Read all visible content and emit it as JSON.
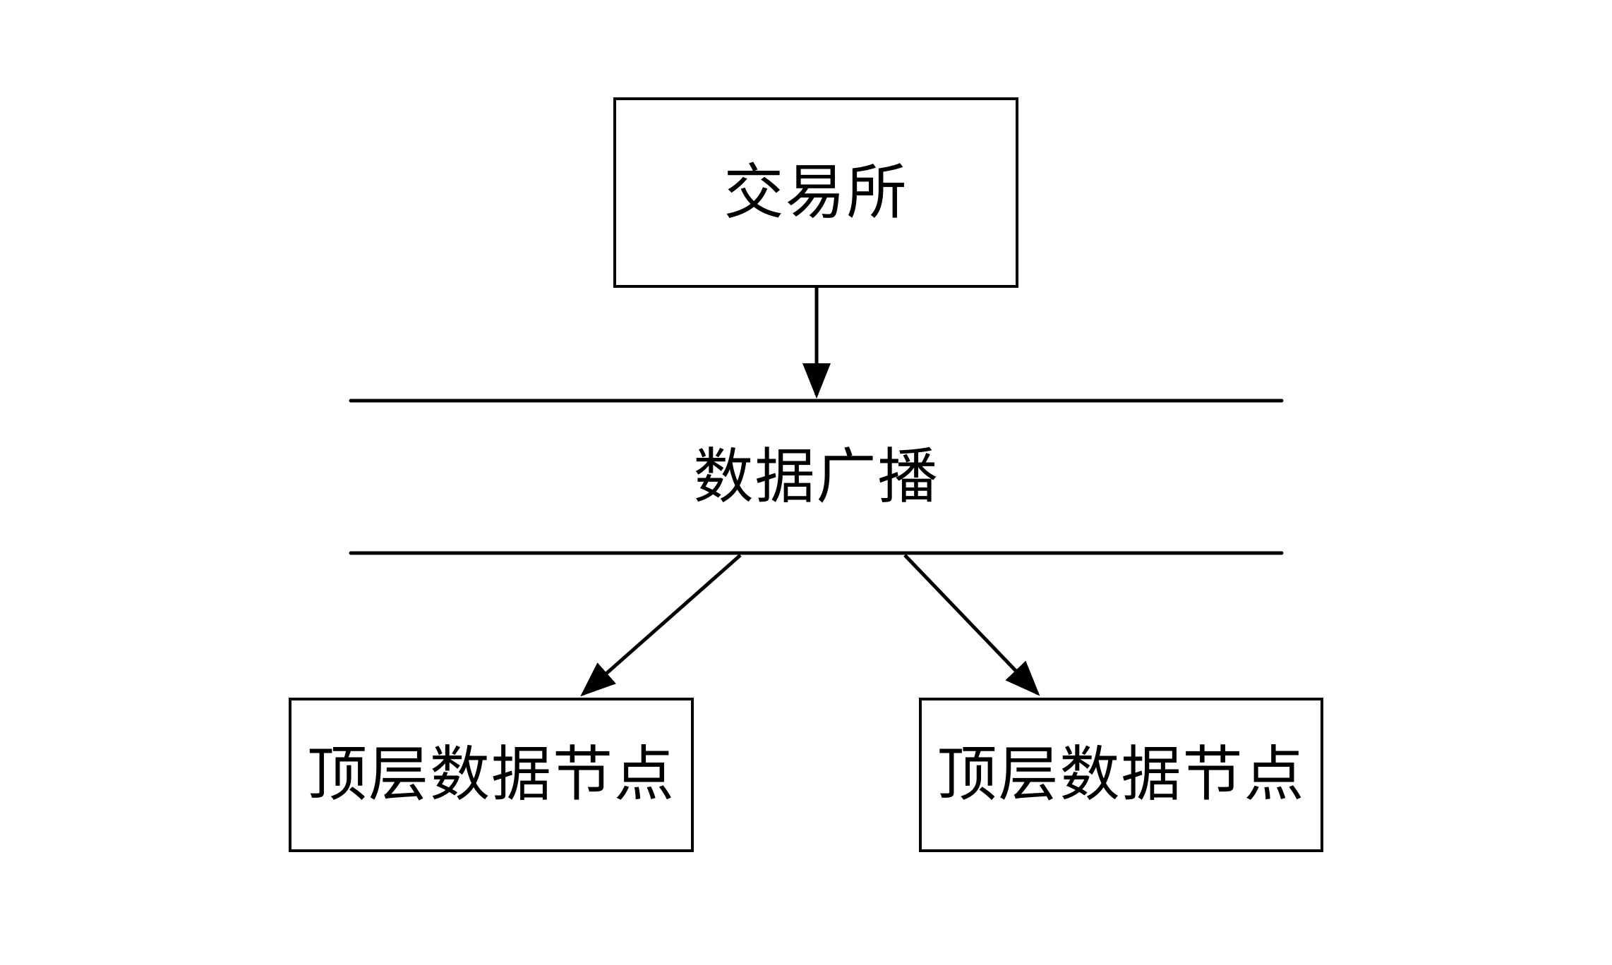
{
  "diagram": {
    "exchange_box": {
      "label": "交易所"
    },
    "broadcast_band": {
      "label": "数据广播"
    },
    "left_node_box": {
      "label": "顶层数据节点"
    },
    "right_node_box": {
      "label": "顶层数据节点"
    },
    "colors": {
      "stroke": "#000000",
      "text": "#000000",
      "background": "#ffffff"
    }
  }
}
